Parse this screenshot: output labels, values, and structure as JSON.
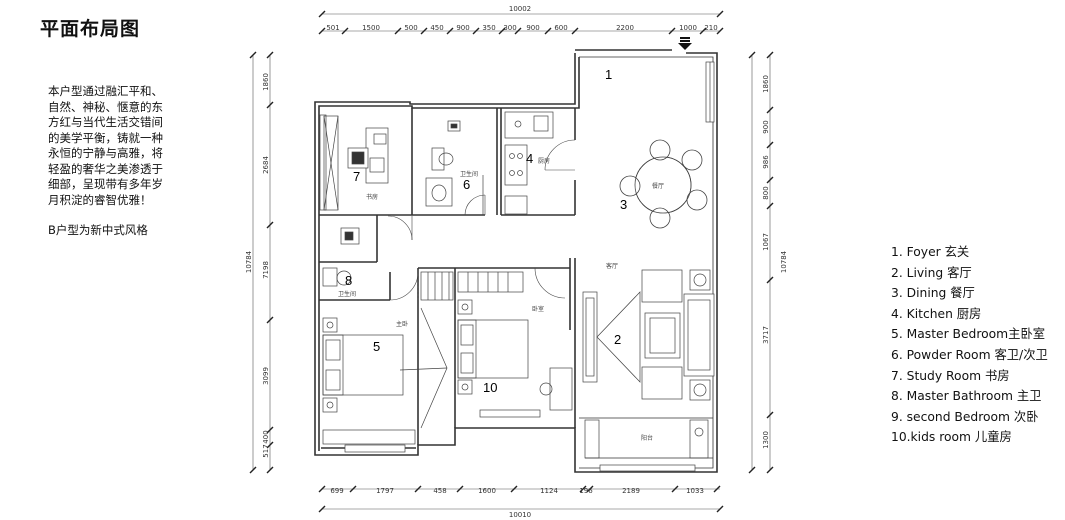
{
  "title": "平面布局图",
  "intro": {
    "paragraph": "本户型通过融汇平和、自然、神秘、惬意的东方红与当代生活交错间的美学平衡，铸就一种永恒的宁静与高雅，将轻盈的奢华之美渗透于细部，呈现带有多年岁月积淀的睿智优雅！",
    "style_line": "B户型为新中式风格"
  },
  "legend": [
    "1. Foyer 玄关",
    "2. Living 客厅",
    "3. Dining 餐厅",
    "4. Kitchen 厨房",
    "5. Master Bedroom主卧室",
    "6. Powder Room 客卫/次卫",
    "7. Study Room 书房",
    "8. Master Bathroom 主卫",
    "9. second Bedroom 次卧",
    "10.kids  room 儿童房"
  ],
  "plan": {
    "room_numbers": [
      "1",
      "2",
      "3",
      "4",
      "5",
      "6",
      "7",
      "8",
      "10"
    ],
    "room_labels": {
      "study": "书房",
      "bath_guest": "卫生间",
      "kitchen": "厨房",
      "dining": "餐厅",
      "living": "客厅",
      "bath_master": "卫生间",
      "master_bed": "主卧",
      "bedroom": "卧室",
      "balcony": "阳台"
    },
    "dims_top_total": "10002",
    "dims_top": [
      "501",
      "1500",
      "500",
      "450",
      "900",
      "350",
      "300",
      "900",
      "600",
      "2200",
      "1000",
      "210"
    ],
    "dims_bottom": [
      "699",
      "1797",
      "458",
      "1600",
      "1124",
      "196",
      "2189",
      "1033"
    ],
    "dims_bottom_total": "10010",
    "dims_left": [
      "1860",
      "2684",
      "7198",
      "3099",
      "517",
      "400"
    ],
    "dims_left_total": "10784",
    "dims_right": [
      "1860",
      "900",
      "986",
      "800",
      "1067",
      "3717",
      "1300"
    ],
    "dims_right_total": "10784"
  }
}
